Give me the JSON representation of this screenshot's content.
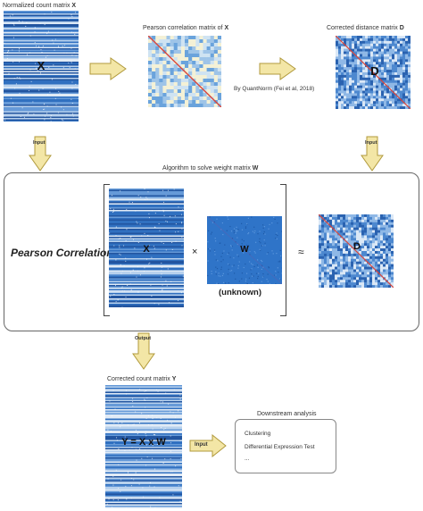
{
  "labels": {
    "norm_prefix": "Normalized count matrix ",
    "norm_var": "X",
    "pearson_prefix": "Pearson correlation matrix of ",
    "pearson_var": "X",
    "corrected_dist_prefix": "Corrected distance matrix ",
    "corrected_dist_var": "D",
    "quantnorm": "By QuantNorm (Fei et al, 2018)",
    "algo_prefix": "Algorithm to solve weight matrix ",
    "algo_var": "W",
    "corrected_count_prefix": "Corrected count matrix ",
    "corrected_count_var": "Y",
    "downstream": "Downstream analysis"
  },
  "arrows": {
    "input1": "Input",
    "input2": "Input",
    "output": "Output",
    "input3": "Input"
  },
  "matrix_letters": {
    "x_top": "X",
    "d_top": "D",
    "x_algo": "X",
    "w_algo": "W",
    "d_algo": "D",
    "y_equation": "Y = X x W"
  },
  "equation": {
    "lhs": "Pearson Correlation",
    "times": "×",
    "approx": "≈",
    "unknown": "(unknown)"
  },
  "downstream_items": [
    "Clustering",
    "Differential Expression Test",
    "..."
  ],
  "colors": {
    "matrix_blue": "#2f6fbf",
    "matrix_dark": "#1e4f9a",
    "w_blue": "#2f74c8",
    "arrow_fill": "#f3e6a6",
    "arrow_stroke": "#b19a3c",
    "diag_red": "#d9473c"
  }
}
